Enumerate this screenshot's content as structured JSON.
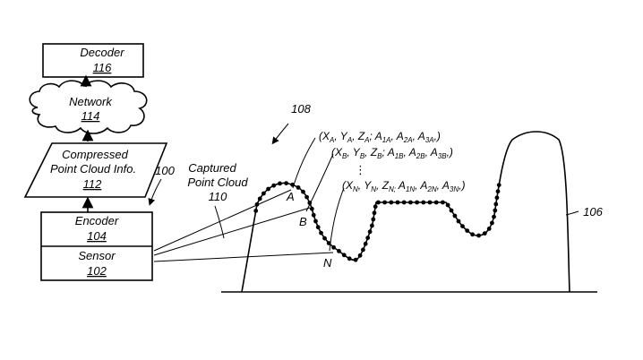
{
  "blocks": {
    "decoder": {
      "title": "Decoder",
      "number": "116"
    },
    "network": {
      "title": "Network",
      "number": "114"
    },
    "compressed": {
      "line1": "Compressed",
      "line2": "Point Cloud Info.",
      "number": "112"
    },
    "encoder": {
      "title": "Encoder",
      "number": "104"
    },
    "sensor": {
      "title": "Sensor",
      "number": "102"
    }
  },
  "refs": {
    "system": "100",
    "figure": "108",
    "object": "106",
    "captured_line1": "Captured",
    "captured_line2": "Point Cloud",
    "captured_number": "110"
  },
  "points": {
    "a": "A",
    "b": "B",
    "n": "N",
    "ellipsis": "⋮"
  },
  "coords": {
    "a": {
      "x": "(X",
      "xs": "A",
      "y": ", Y",
      "ys": "A",
      "z": ", Z",
      "zs": "A",
      "a1": "; A",
      "a1s": "1A",
      "a2": ", A",
      "a2s": "2A",
      "a3": ", A",
      "a3s": "3A",
      "end": ",)"
    },
    "b": {
      "x": "(X",
      "xs": "B",
      "y": ", Y",
      "ys": "B",
      "z": ", Z",
      "zs": "B",
      "a1": "; A",
      "a1s": "1B",
      "a2": ", A",
      "a2s": "2B",
      "a3": ", A",
      "a3s": "3B",
      "end": ",)"
    },
    "n": {
      "x": "(X",
      "xs": "N",
      "y": ", Y",
      "ys": "N",
      "z": ", Z",
      "zs": "N;",
      "a1": " A",
      "a1s": "1N",
      "a2": ", A",
      "a2s": "2N",
      "a3": ", A",
      "a3s": "3N",
      "end": ",)"
    }
  }
}
